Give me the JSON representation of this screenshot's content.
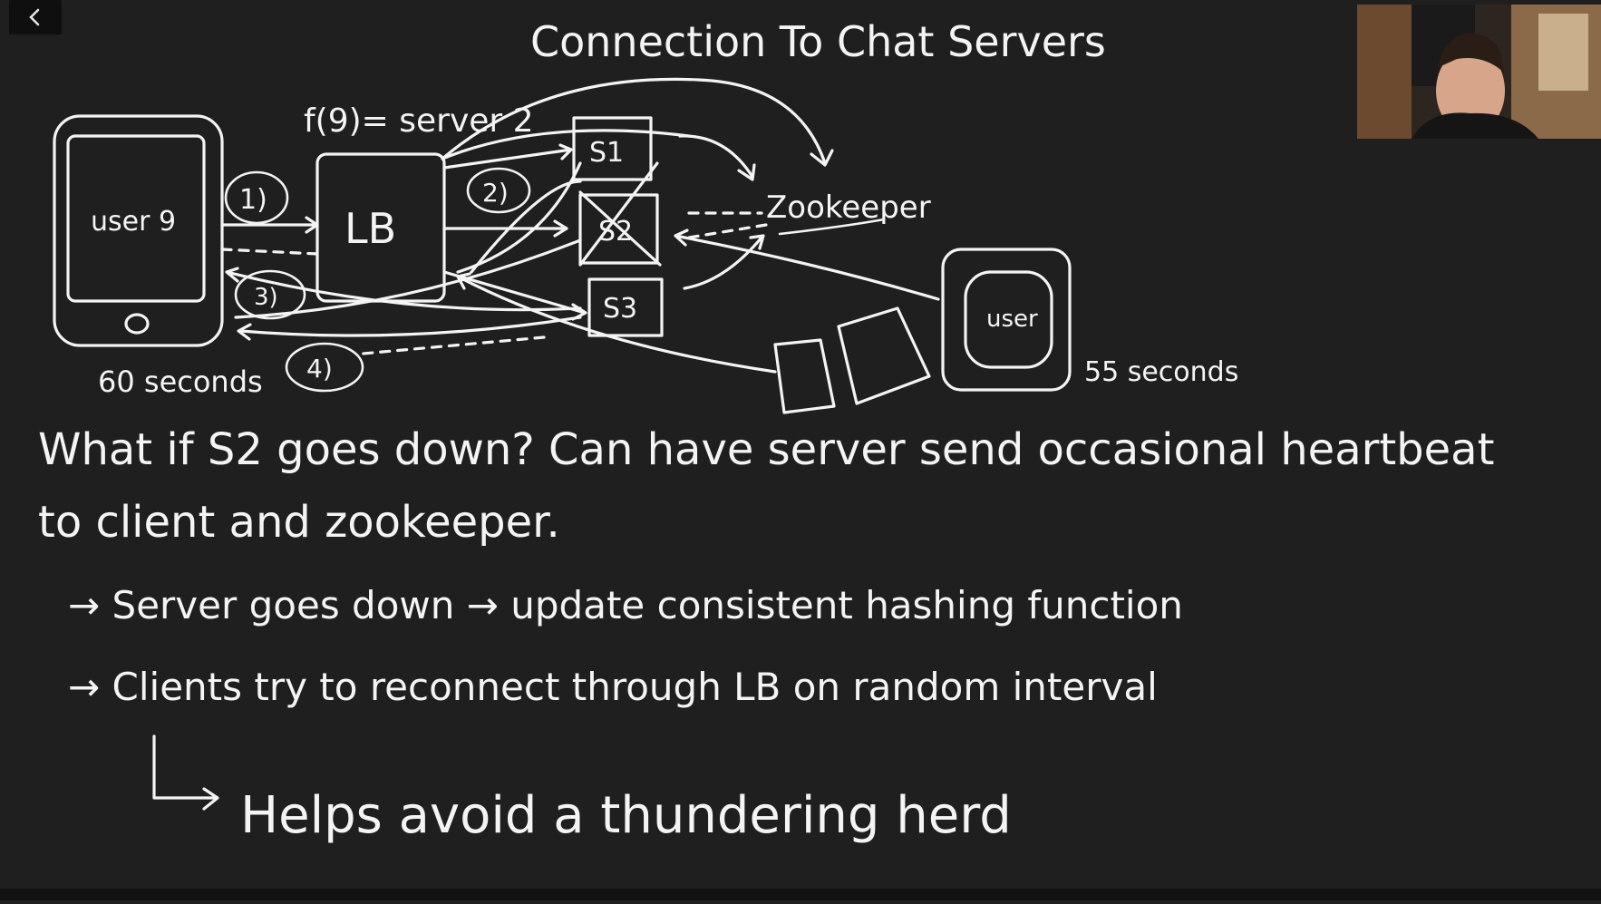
{
  "whiteboard": {
    "title": "Connection To Chat Servers",
    "hash_note": "f(9)= server 2",
    "user_left": "user 9",
    "lb": "LB",
    "step1": "1)",
    "step2": "2)",
    "step3": "3)",
    "step4": "4)",
    "s1": "S1",
    "s2": "S2",
    "s3": "S3",
    "zookeeper": "Zookeeper",
    "user_right": "user",
    "left_timer": "60 seconds",
    "right_timer": "55 seconds",
    "line1": "What if S2 goes down? Can have server send occasional heartbeat",
    "line2": "to client and zookeeper.",
    "bullet1": "→ Server goes down → update consistent hashing function",
    "bullet2": "→ Clients try to reconnect through LB on random interval",
    "sub_bullet": "Helps avoid a thundering herd"
  },
  "ui": {
    "back_icon": "chevron-left-icon"
  },
  "colors": {
    "board": "#1f1f1f",
    "ink": "#f4f4f4"
  }
}
